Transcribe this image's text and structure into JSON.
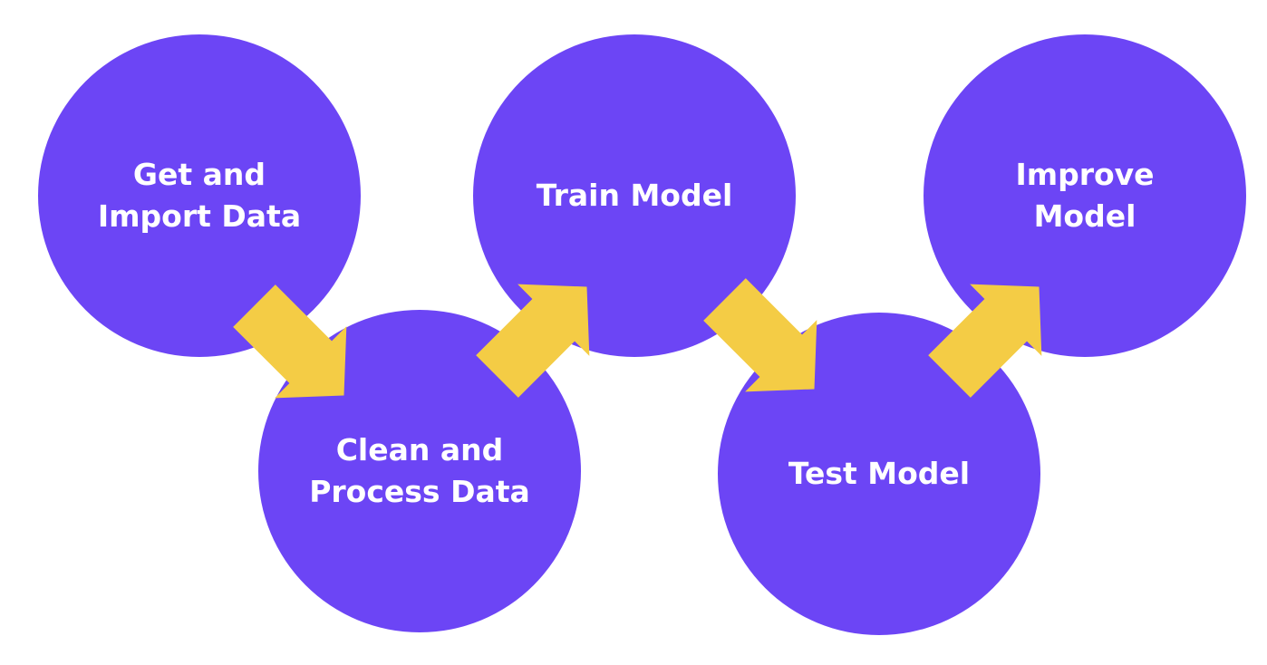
{
  "diagram": {
    "colors": {
      "circle": "#6c45f5",
      "arrow": "#f4cc45",
      "text": "#ffffff",
      "background": "#ffffff"
    },
    "steps": [
      {
        "label": "Get and\nImport Data"
      },
      {
        "label": "Clean and\nProcess Data"
      },
      {
        "label": "Train Model"
      },
      {
        "label": "Test Model"
      },
      {
        "label": "Improve\nModel"
      }
    ],
    "arrows": [
      {
        "from": "step-1",
        "to": "step-2",
        "direction": "down-right"
      },
      {
        "from": "step-2",
        "to": "step-3",
        "direction": "up-right"
      },
      {
        "from": "step-3",
        "to": "step-4",
        "direction": "down-right"
      },
      {
        "from": "step-4",
        "to": "step-5",
        "direction": "up-right"
      }
    ]
  }
}
